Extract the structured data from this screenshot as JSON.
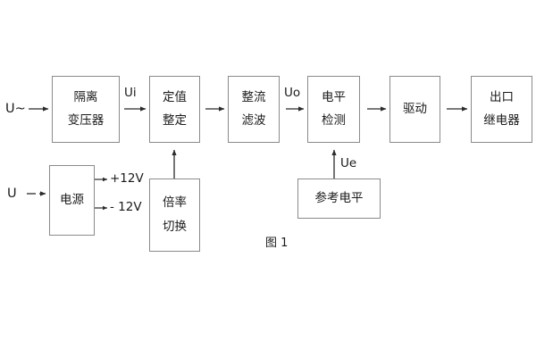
{
  "diagram": {
    "caption": "图 1",
    "line_color": "#3a3a3a",
    "box_border_color": "#8a8a8a",
    "background": "#ffffff",
    "blocks": [
      {
        "id": "isolation-transformer",
        "lines": [
          "隔离",
          "变压器"
        ]
      },
      {
        "id": "setting-value",
        "lines": [
          "定值",
          "整定"
        ]
      },
      {
        "id": "rectify-filter",
        "lines": [
          "整流",
          "滤波"
        ]
      },
      {
        "id": "level-detection",
        "lines": [
          "电平",
          "检测"
        ]
      },
      {
        "id": "drive",
        "lines": [
          "驱动"
        ]
      },
      {
        "id": "output-relay",
        "lines": [
          "出口",
          "继电器"
        ]
      },
      {
        "id": "power-supply",
        "lines": [
          "电源"
        ]
      },
      {
        "id": "multiplier-switch",
        "lines": [
          "倍率",
          "切换"
        ]
      },
      {
        "id": "reference-level",
        "lines": [
          "参考电平"
        ]
      }
    ],
    "labels": {
      "input_ac": "U~",
      "input_dc": "U",
      "ui": "Ui",
      "uo": "Uo",
      "ue": "Ue",
      "pos12v": "+12V",
      "neg12v": "- 12V"
    }
  }
}
